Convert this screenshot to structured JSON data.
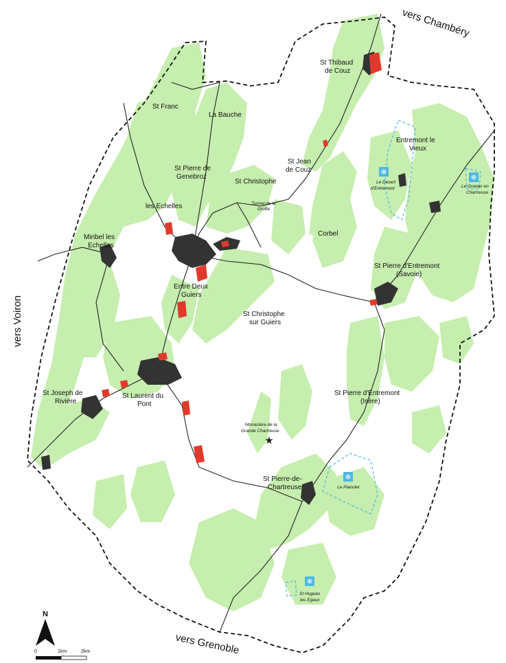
{
  "colors": {
    "forest": "#c6eeae",
    "urban": "#333333",
    "zone_red": "#e03a2c",
    "boundary": "#111111",
    "road": "#222222",
    "ski": "#4db8e0"
  },
  "directions": {
    "chambery": "vers Chambéry",
    "voiron": "vers Voiron",
    "grenoble": "vers Grenoble"
  },
  "towns": {
    "st_thibaud_1": "St Thibaud",
    "st_thibaud_2": "de Couz",
    "st_franc": "St Franc",
    "la_bauche": "La Bauche",
    "entremont_1": "Entremont le",
    "entremont_2": "Vieux",
    "st_jean_1": "St Jean",
    "st_jean_2": "de Couz",
    "st_pierre_gen_1": "St Pierre de",
    "st_pierre_gen_2": "Genebroz",
    "st_christophe": "St Christophe",
    "les_echelles": "les Echelles",
    "miribel_1": "Miribel les",
    "miribel_2": "Echelles",
    "corbel": "Corbel",
    "st_pierre_ent_savoie_1": "St Pierre d'Entremont",
    "st_pierre_ent_savoie_2": "(Savoie)",
    "entre_deux_1": "Entre Deux",
    "entre_deux_2": "Guiers",
    "st_christophe_guiers_1": "St Christophe",
    "st_christophe_guiers_2": "sur Guiers",
    "st_joseph_1": "St Joseph de",
    "st_joseph_2": "Rivière",
    "st_laurent_1": "St Laurent du",
    "st_laurent_2": "Pont",
    "st_pierre_ent_isere_1": "St Pierre d'Entremont",
    "st_pierre_ent_isere_2": "(Isère)",
    "st_pierre_chartreuse_1": "St Pierre-de-",
    "st_pierre_chartreuse_2": "Chartreuse"
  },
  "places": {
    "tunnel_1": "Tunnel de la",
    "tunnel_2": "Grotte",
    "monastere_1": "Monastère de la",
    "monastere_2": "Grande Chartreuse"
  },
  "ski_areas": {
    "desert_1": "Le Désert",
    "desert_2": "d'Entremont",
    "granier_1": "Le Granier en",
    "granier_2": "Chartreuse",
    "planolet": "Le Planolet",
    "st_hugues_1": "St Hugues",
    "st_hugues_2": "les Egaux"
  },
  "north_label": "N",
  "scale_bar": {
    "zero": "0",
    "one": "1km",
    "two": "2km"
  }
}
